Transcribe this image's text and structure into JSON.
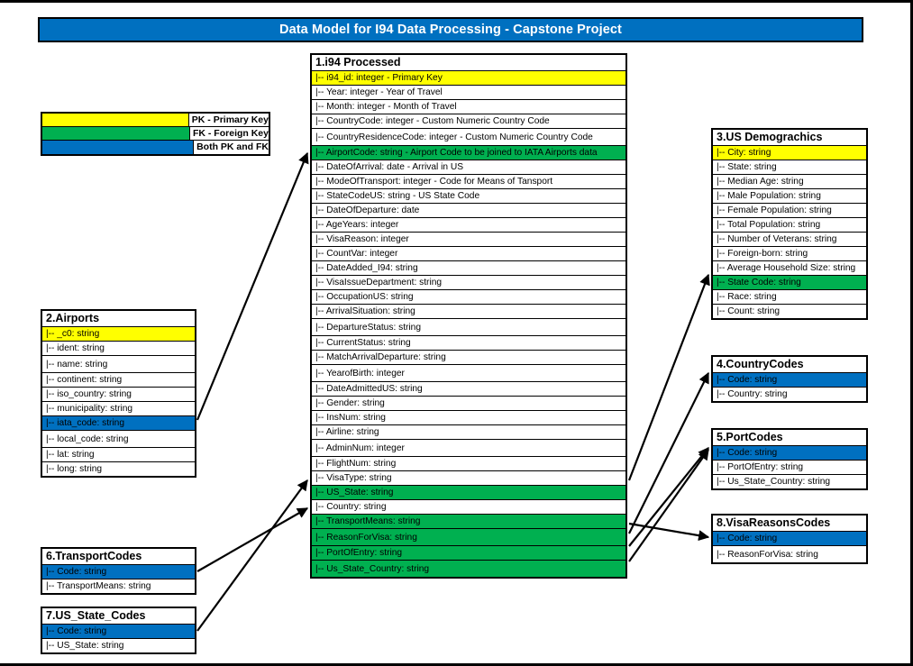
{
  "header": {
    "title": "Data Model for I94 Data Processing - Capstone Project",
    "bar_color": "#0070C0"
  },
  "legend": {
    "items": [
      {
        "label": "PK - Primary Key",
        "color": "#FFFF00",
        "key": "pk"
      },
      {
        "label": "FK - Foreign Key",
        "color": "#00B050",
        "key": "fk"
      },
      {
        "label": "Both PK and FK",
        "color": "#0070C0",
        "key": "pkfk"
      }
    ]
  },
  "entities": {
    "i94": {
      "title": "1.i94 Processed",
      "fields": [
        {
          "text": "|-- i94_id: integer  - Primary Key",
          "key": "pk"
        },
        {
          "text": "|-- Year: integer  - Year of Travel",
          "key": "none"
        },
        {
          "text": "|-- Month: integer  - Month of Travel",
          "key": "none"
        },
        {
          "text": "|-- CountryCode: integer  - Custom Numeric Country Code",
          "key": "none"
        },
        {
          "text": "|-- CountryResidenceCode: integer - Custom Numeric Country Code",
          "key": "none",
          "tall": true
        },
        {
          "text": "|-- AirportCode: string - Airport Code to be joined to IATA Airports data",
          "key": "fk"
        },
        {
          "text": "|-- DateOfArrival: date  - Arrival in US",
          "key": "none"
        },
        {
          "text": "|-- ModeOfTransport: integer  - Code for Means of Tansport",
          "key": "none"
        },
        {
          "text": "|-- StateCodeUS: string  - US State Code",
          "key": "none"
        },
        {
          "text": "|-- DateOfDeparture: date",
          "key": "none"
        },
        {
          "text": "|-- AgeYears: integer",
          "key": "none"
        },
        {
          "text": "|-- VisaReason: integer",
          "key": "none"
        },
        {
          "text": "|-- CountVar: integer",
          "key": "none"
        },
        {
          "text": "|-- DateAdded_I94: string",
          "key": "none"
        },
        {
          "text": "|-- VisaIssueDepartment: string",
          "key": "none"
        },
        {
          "text": "|-- OccupationUS: string",
          "key": "none"
        },
        {
          "text": "|-- ArrivalSituation: string",
          "key": "none"
        },
        {
          "text": "|-- DepartureStatus: string",
          "key": "none",
          "tall": true
        },
        {
          "text": "|-- CurrentStatus: string",
          "key": "none"
        },
        {
          "text": "|-- MatchArrivalDeparture: string",
          "key": "none"
        },
        {
          "text": "|-- YearofBirth: integer",
          "key": "none",
          "tall": true
        },
        {
          "text": "|-- DateAdmittedUS: string",
          "key": "none"
        },
        {
          "text": "|-- Gender: string",
          "key": "none"
        },
        {
          "text": "|-- InsNum: string",
          "key": "none"
        },
        {
          "text": "|-- Airline: string",
          "key": "none"
        },
        {
          "text": "|-- AdminNum: integer",
          "key": "none",
          "tall": true
        },
        {
          "text": "|-- FlightNum: string",
          "key": "none"
        },
        {
          "text": "|-- VisaType: string",
          "key": "none"
        },
        {
          "text": "|-- US_State: string",
          "key": "fk"
        },
        {
          "text": "|-- Country: string",
          "key": "none"
        },
        {
          "text": "|-- TransportMeans: string",
          "key": "fk"
        },
        {
          "text": "|-- ReasonForVisa: string",
          "key": "fk",
          "tall": true
        },
        {
          "text": "|-- PortOfEntry: string",
          "key": "fk"
        },
        {
          "text": "|-- Us_State_Country: string",
          "key": "fk",
          "tall": true
        }
      ]
    },
    "airports": {
      "title": "2.Airports",
      "fields": [
        {
          "text": "|-- _c0: string",
          "key": "pk"
        },
        {
          "text": "|-- ident: string",
          "key": "none"
        },
        {
          "text": "|-- name: string",
          "key": "none",
          "tall": true
        },
        {
          "text": "|-- continent: string",
          "key": "none"
        },
        {
          "text": "|-- iso_country: string",
          "key": "none"
        },
        {
          "text": "|-- municipality: string",
          "key": "none"
        },
        {
          "text": "|-- iata_code: string",
          "key": "pkfk"
        },
        {
          "text": "|-- local_code: string",
          "key": "none",
          "tall": true
        },
        {
          "text": "|-- lat: string",
          "key": "none"
        },
        {
          "text": "|-- long: string",
          "key": "none"
        }
      ]
    },
    "demographics": {
      "title": "3.US Demograchics",
      "fields": [
        {
          "text": "|-- City: string",
          "key": "pk"
        },
        {
          "text": "|-- State: string",
          "key": "none"
        },
        {
          "text": "|-- Median Age: string",
          "key": "none"
        },
        {
          "text": "|-- Male Population: string",
          "key": "none"
        },
        {
          "text": "|-- Female Population: string",
          "key": "none"
        },
        {
          "text": "|-- Total Population: string",
          "key": "none"
        },
        {
          "text": "|-- Number of Veterans: string",
          "key": "none"
        },
        {
          "text": "|-- Foreign-born: string",
          "key": "none"
        },
        {
          "text": "|-- Average Household Size: string",
          "key": "none"
        },
        {
          "text": "|-- State Code: string",
          "key": "fk"
        },
        {
          "text": "|-- Race: string",
          "key": "none"
        },
        {
          "text": "|-- Count: string",
          "key": "none"
        }
      ]
    },
    "countrycodes": {
      "title": "4.CountryCodes",
      "fields": [
        {
          "text": "|-- Code: string",
          "key": "pkfk"
        },
        {
          "text": "|-- Country: string",
          "key": "none"
        }
      ]
    },
    "portcodes": {
      "title": "5.PortCodes",
      "fields": [
        {
          "text": "|-- Code: string",
          "key": "pkfk"
        },
        {
          "text": "|-- PortOfEntry: string",
          "key": "none"
        },
        {
          "text": "|-- Us_State_Country: string",
          "key": "none"
        }
      ]
    },
    "transportcodes": {
      "title": "6.TransportCodes",
      "fields": [
        {
          "text": "|-- Code: string",
          "key": "pkfk"
        },
        {
          "text": "|-- TransportMeans: string",
          "key": "none"
        }
      ]
    },
    "usstatecodes": {
      "title": "7.US_State_Codes",
      "fields": [
        {
          "text": "|-- Code: string",
          "key": "pkfk"
        },
        {
          "text": "|-- US_State: string",
          "key": "none"
        }
      ]
    },
    "visareasonscodes": {
      "title": "8.VisaReasonsCodes",
      "fields": [
        {
          "text": "|-- Code: string",
          "key": "pkfk"
        },
        {
          "text": "|-- ReasonForVisa: string",
          "key": "none",
          "tall": true
        }
      ]
    }
  },
  "relationships": [
    {
      "from": "airports.iata_code",
      "to": "i94.AirportCode"
    },
    {
      "from": "i94.US_State",
      "to": "demographics.State Code"
    },
    {
      "from": "i94.Country",
      "to": "countrycodes.Code"
    },
    {
      "from": "i94.PortOfEntry",
      "to": "portcodes.Code"
    },
    {
      "from": "i94.ReasonForVisa",
      "to": "visareasonscodes.Code"
    },
    {
      "from": "transportcodes.Code",
      "to": "i94.TransportMeans"
    },
    {
      "from": "usstatecodes.Code",
      "to": "i94.US_State"
    },
    {
      "from": "i94.Us_State_Country",
      "to": "portcodes.Code"
    }
  ]
}
